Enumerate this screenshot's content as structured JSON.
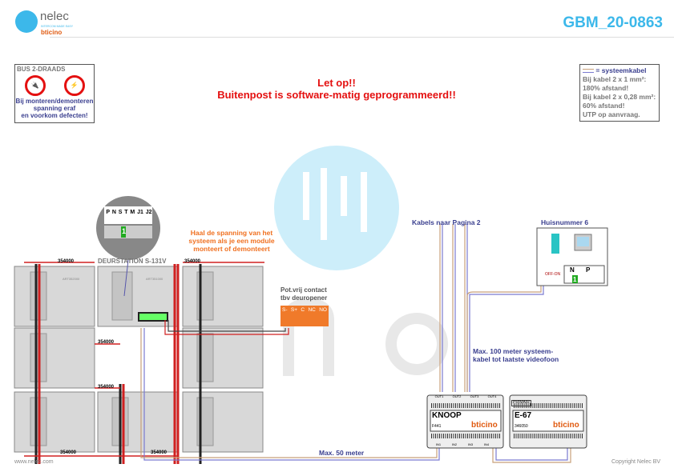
{
  "header": {
    "logo_name": "nelec",
    "logo_tagline": "INTERCOM MADE EASY",
    "logo_brand": "bticino",
    "doc_id": "GBM_20-0863"
  },
  "warning": {
    "title": "BUS 2-DRAADS",
    "line1": "Bij monteren/demonteren",
    "line2": "spanning eraf",
    "line3": "en voorkom defecten!"
  },
  "alert": {
    "line1": "Let op!!",
    "line2": "Buitenpost is software-matig geprogrammeerd!!"
  },
  "legend": {
    "title": "= systeemkabel",
    "lines": [
      "Bij kabel 2 x 1 mm²:",
      "180% afstand!",
      "Bij kabel 2 x 0,28 mm²:",
      "60% afstand!",
      "UTP op aanvraag."
    ]
  },
  "door_station": {
    "title": "DEURSTATION S-131V",
    "dip_labels": [
      "P",
      "N",
      "S",
      "T",
      "M",
      "J1",
      "J2"
    ],
    "dip_value": "1",
    "module_code": "ART352000",
    "main_code": "ART351000",
    "connector_label": "354000"
  },
  "notes": {
    "power": "Haal de spanning van het systeem als je een module monteert of demonteert",
    "relay_title1": "Pot.vrij contact",
    "relay_title2": "tbv deuropener",
    "relay_terminals": [
      "S-",
      "S+",
      "C",
      "NC",
      "NO"
    ],
    "cables_page2": "Kabels naar Pagina 2",
    "max100_1": "Max. 100 meter systeem-",
    "max100_2": "kabel tot laatste videofoon",
    "max50": "Max. 50 meter"
  },
  "house": {
    "title": "Huisnummer 6",
    "switch": "OFF-ON",
    "n": "N",
    "p": "P",
    "n_value": "1"
  },
  "knoop": {
    "title": "KNOOP",
    "code": "F441",
    "brand": "bticino",
    "outs": [
      "OUT1",
      "OUT2",
      "OUT3",
      "OUT4"
    ],
    "ins": [
      "IN1",
      "IN2",
      "IN3",
      "IN4"
    ]
  },
  "e67": {
    "title": "E-67",
    "code": "346050",
    "brand": "bticino",
    "primair": "PRIMAIR"
  },
  "footer": {
    "url": "www.nelec.com",
    "copyright": "Copyright Nelec BV"
  },
  "colors": {
    "accent": "#3cb8ea",
    "alert": "#e41010",
    "orange": "#f07020",
    "navy": "#3a3f8f"
  }
}
